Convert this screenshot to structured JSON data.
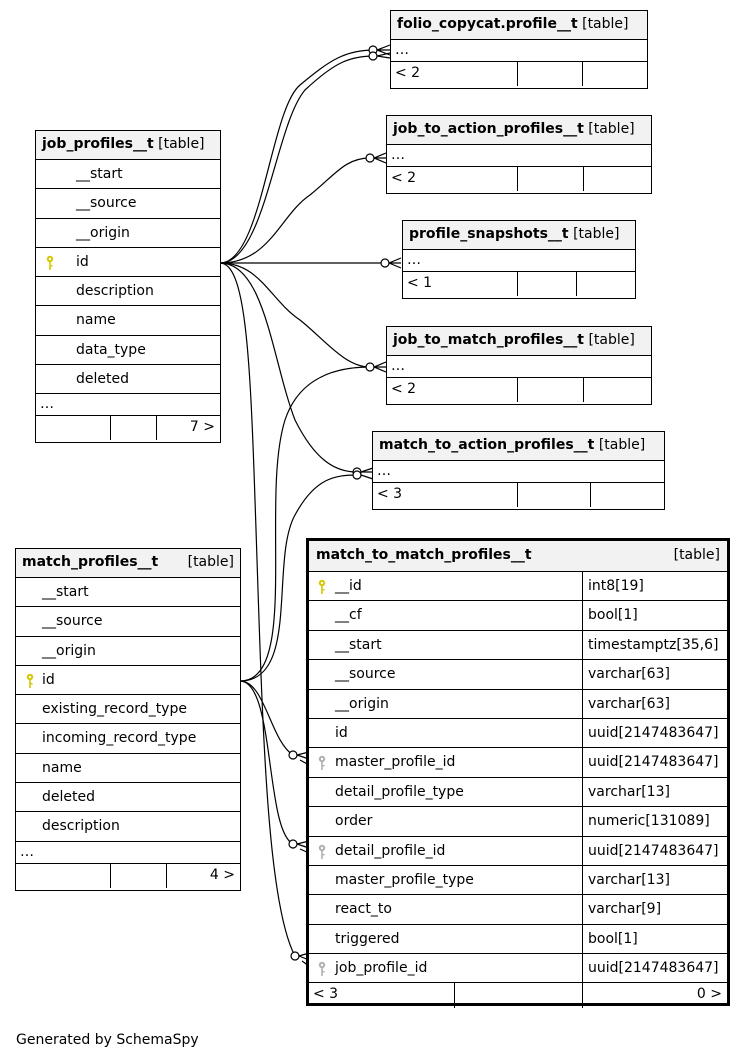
{
  "colors": {
    "primary_key": "#d4c800",
    "foreign_key": "#b0b0b0",
    "header_bg": "#f2f2f2"
  },
  "table_tag": "[table]",
  "ellipsis": "…",
  "job_profiles": {
    "name": "job_profiles__t",
    "columns": [
      "__start",
      "__source",
      "__origin",
      "id",
      "description",
      "name",
      "data_type",
      "deleted"
    ],
    "children_count": "7 >"
  },
  "match_profiles": {
    "name": "match_profiles__t",
    "columns": [
      "__start",
      "__source",
      "__origin",
      "id",
      "existing_record_type",
      "incoming_record_type",
      "name",
      "deleted",
      "description"
    ],
    "children_count": "4 >"
  },
  "folio_copycat": {
    "name": "folio_copycat.profile__t",
    "parents": "< 2"
  },
  "job_to_action": {
    "name": "job_to_action_profiles__t",
    "parents": "< 2"
  },
  "profile_snapshots": {
    "name": "profile_snapshots__t",
    "parents": "< 1"
  },
  "job_to_match": {
    "name": "job_to_match_profiles__t",
    "parents": "< 2"
  },
  "match_to_action": {
    "name": "match_to_action_profiles__t",
    "parents": "< 3"
  },
  "match_to_match": {
    "name": "match_to_match_profiles__t",
    "columns": [
      {
        "name": "__id",
        "type": "int8[19]"
      },
      {
        "name": "__cf",
        "type": "bool[1]"
      },
      {
        "name": "__start",
        "type": "timestamptz[35,6]"
      },
      {
        "name": "__source",
        "type": "varchar[63]"
      },
      {
        "name": "__origin",
        "type": "varchar[63]"
      },
      {
        "name": "id",
        "type": "uuid[2147483647]"
      },
      {
        "name": "master_profile_id",
        "type": "uuid[2147483647]"
      },
      {
        "name": "detail_profile_type",
        "type": "varchar[13]"
      },
      {
        "name": "order",
        "type": "numeric[131089]"
      },
      {
        "name": "detail_profile_id",
        "type": "uuid[2147483647]"
      },
      {
        "name": "master_profile_type",
        "type": "varchar[13]"
      },
      {
        "name": "react_to",
        "type": "varchar[9]"
      },
      {
        "name": "triggered",
        "type": "bool[1]"
      },
      {
        "name": "job_profile_id",
        "type": "uuid[2147483647]"
      }
    ],
    "parents": "< 3",
    "children_count": "0 >"
  },
  "footer_text": "Generated by SchemaSpy"
}
